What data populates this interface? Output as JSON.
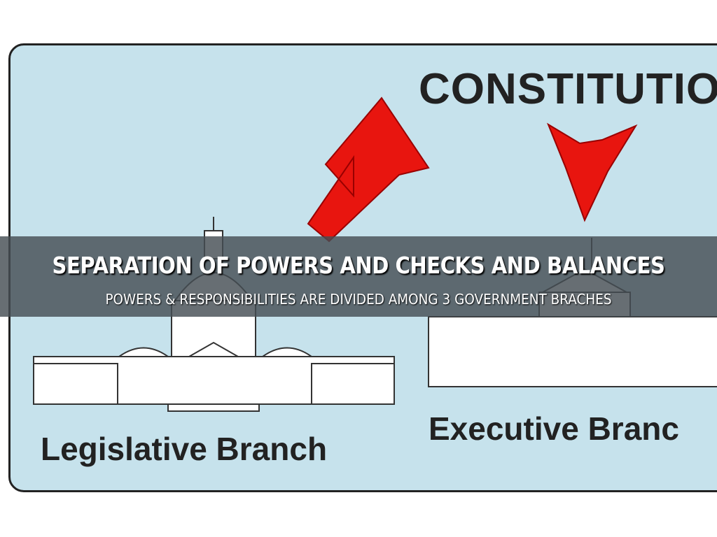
{
  "diagram": {
    "heading": "CONSTITUTIO",
    "legislative_label": "Legislative Branch",
    "executive_label": "Executive Branc",
    "arrow_color": "#e8150f",
    "panel_color": "#c6e2ec"
  },
  "banner": {
    "title": "SEPARATION OF POWERS AND CHECKS AND BALANCES",
    "subtitle": "POWERS & RESPONSIBILITIES ARE DIVIDED AMONG 3 GOVERNMENT BRACHES"
  }
}
